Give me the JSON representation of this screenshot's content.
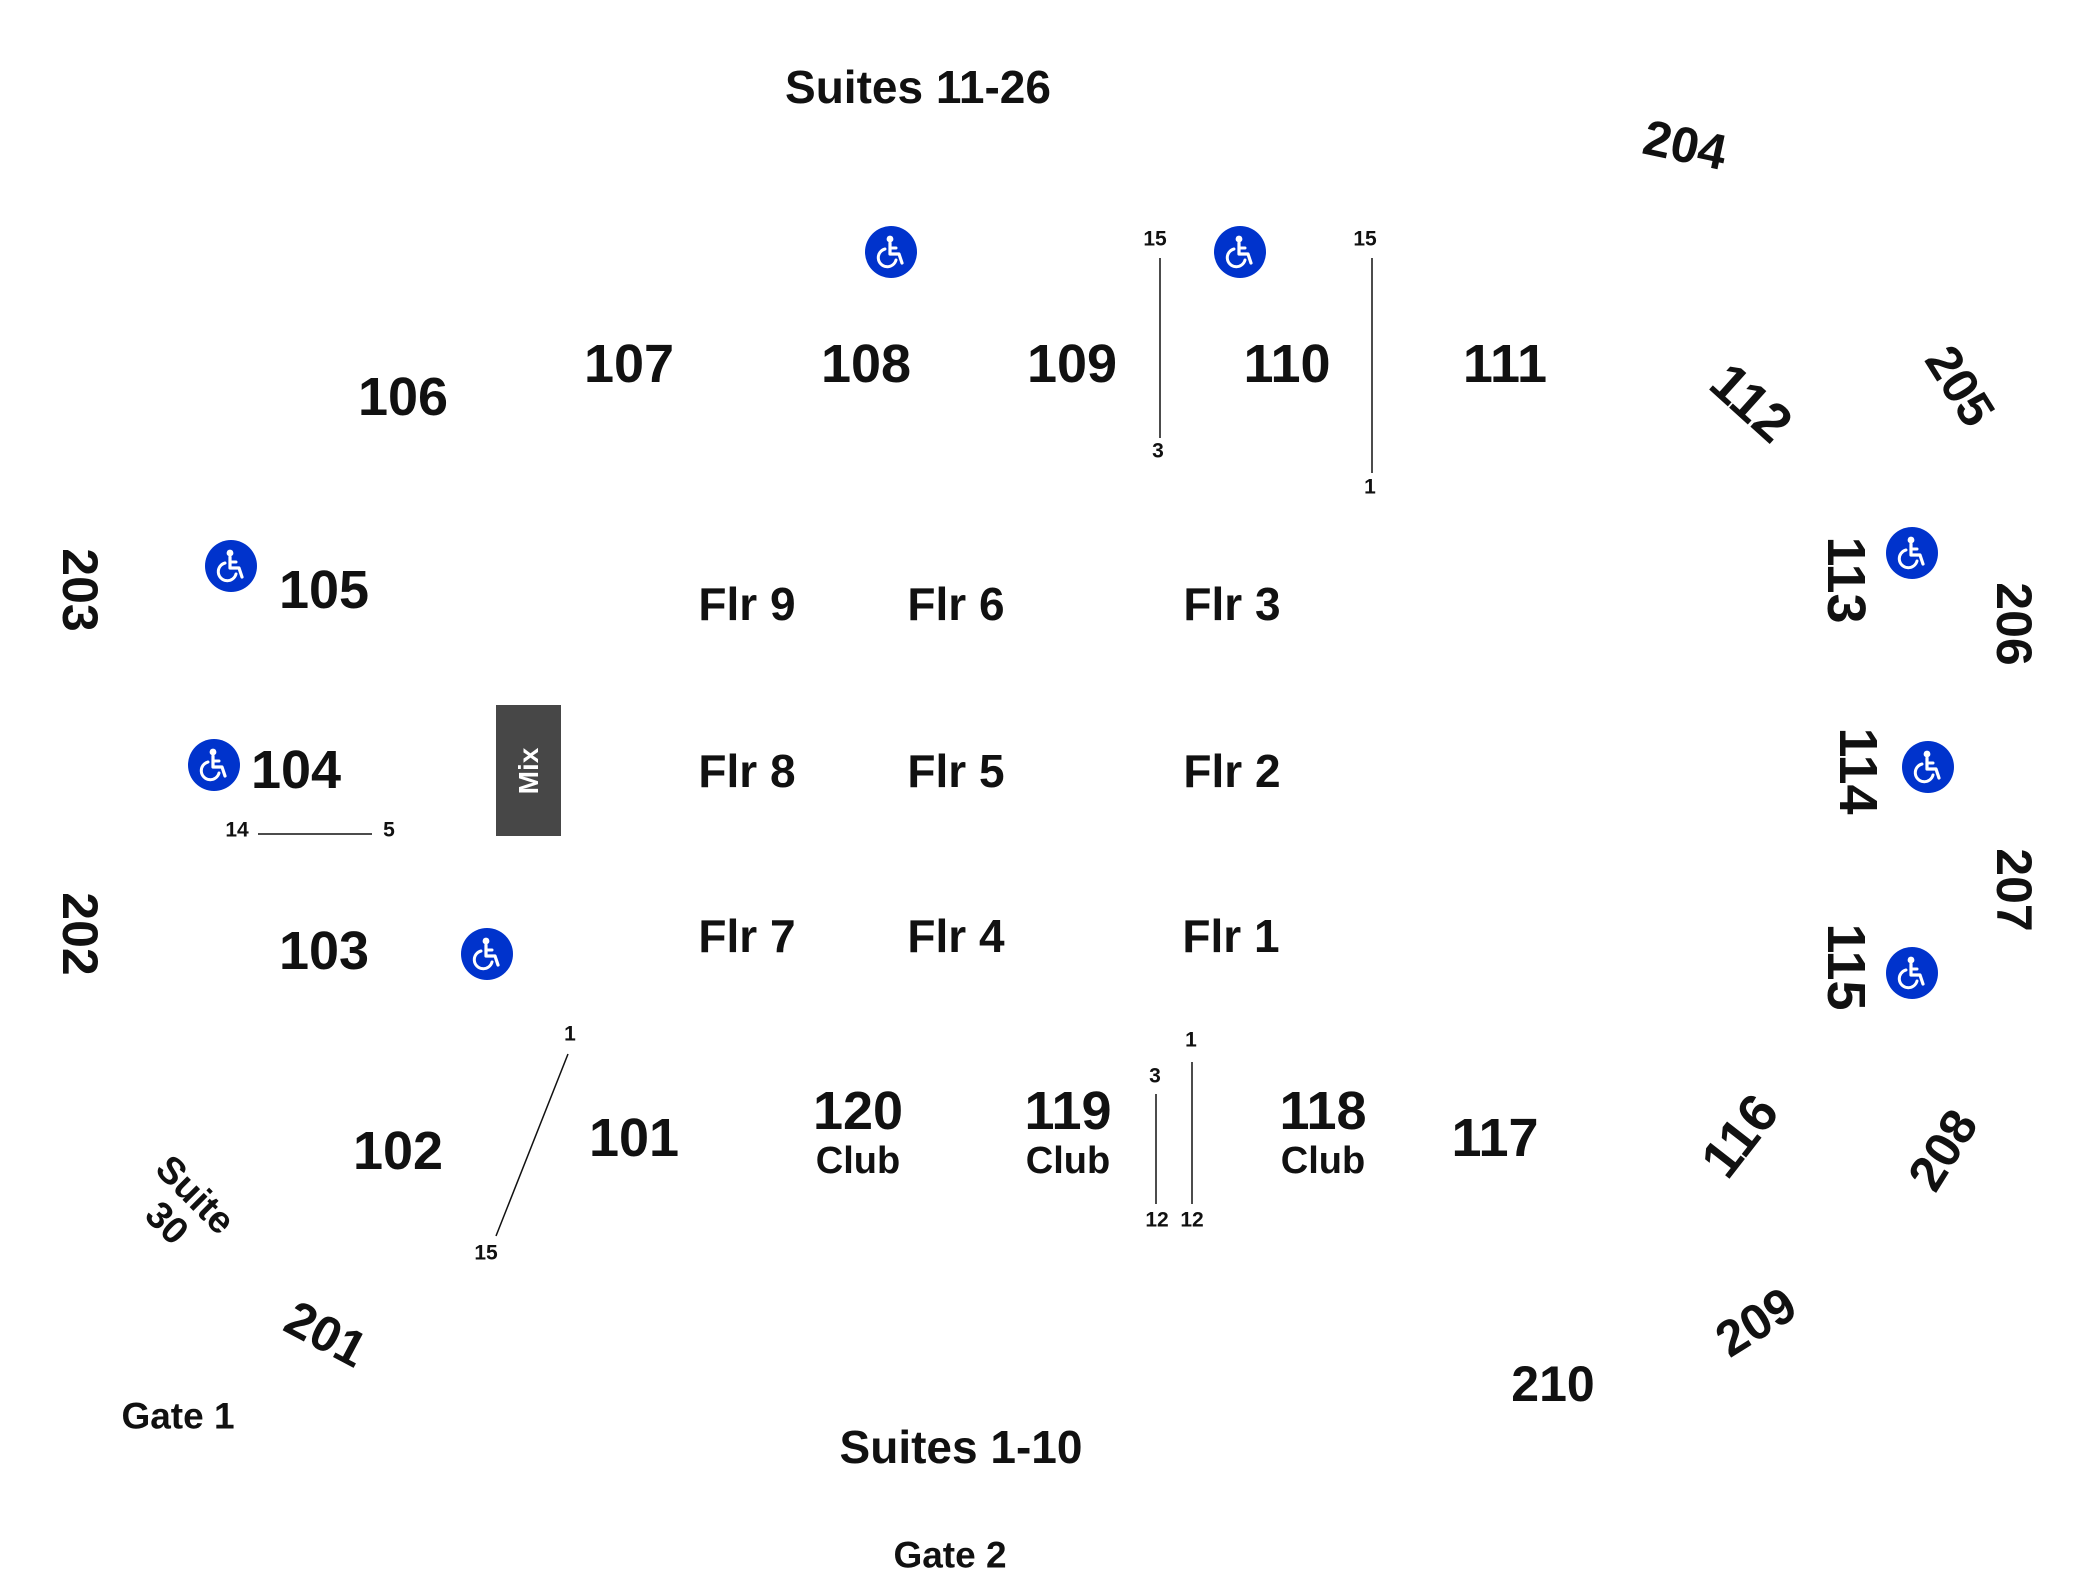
{
  "map": {
    "top_suites": "Suites 11-26",
    "bottom_suites": "Suites 1-10",
    "gate_1": "Gate 1",
    "gate_2": "Gate 2",
    "suite_30": {
      "line1": "Suite",
      "line2": "30"
    },
    "mix": "Mix",
    "accessible_icon": "wheelchair-accessible-icon",
    "accessible_color": "#0033CC",
    "mix_color": "#474747"
  },
  "sections_100": {
    "s101": "101",
    "s102": "102",
    "s103": "103",
    "s104": "104",
    "s105": "105",
    "s106": "106",
    "s107": "107",
    "s108": "108",
    "s109": "109",
    "s110": "110",
    "s111": "111",
    "s112": "112",
    "s113": "113",
    "s114": "114",
    "s115": "115",
    "s116": "116",
    "s117": "117",
    "s118": "118",
    "s119": "119",
    "s120": "120"
  },
  "club_label": "Club",
  "sections_200": {
    "s201": "201",
    "s202": "202",
    "s203": "203",
    "s204": "204",
    "s205": "205",
    "s206": "206",
    "s207": "207",
    "s208": "208",
    "s209": "209",
    "s210": "210"
  },
  "floor": {
    "f1": "Flr 1",
    "f2": "Flr 2",
    "f3": "Flr 3",
    "f4": "Flr 4",
    "f5": "Flr 5",
    "f6": "Flr 6",
    "f7": "Flr 7",
    "f8": "Flr 8",
    "f9": "Flr 9"
  },
  "row_markers": {
    "r109_top": "15",
    "r109_bottom": "3",
    "r110_top": "15",
    "r110_bottom": "1",
    "r104_left": "14",
    "r104_right": "5",
    "r101_top": "1",
    "r101_bottom": "15",
    "r119_top": "3",
    "r119_bottom": "12",
    "r118_top": "1",
    "r118_bottom": "12"
  }
}
